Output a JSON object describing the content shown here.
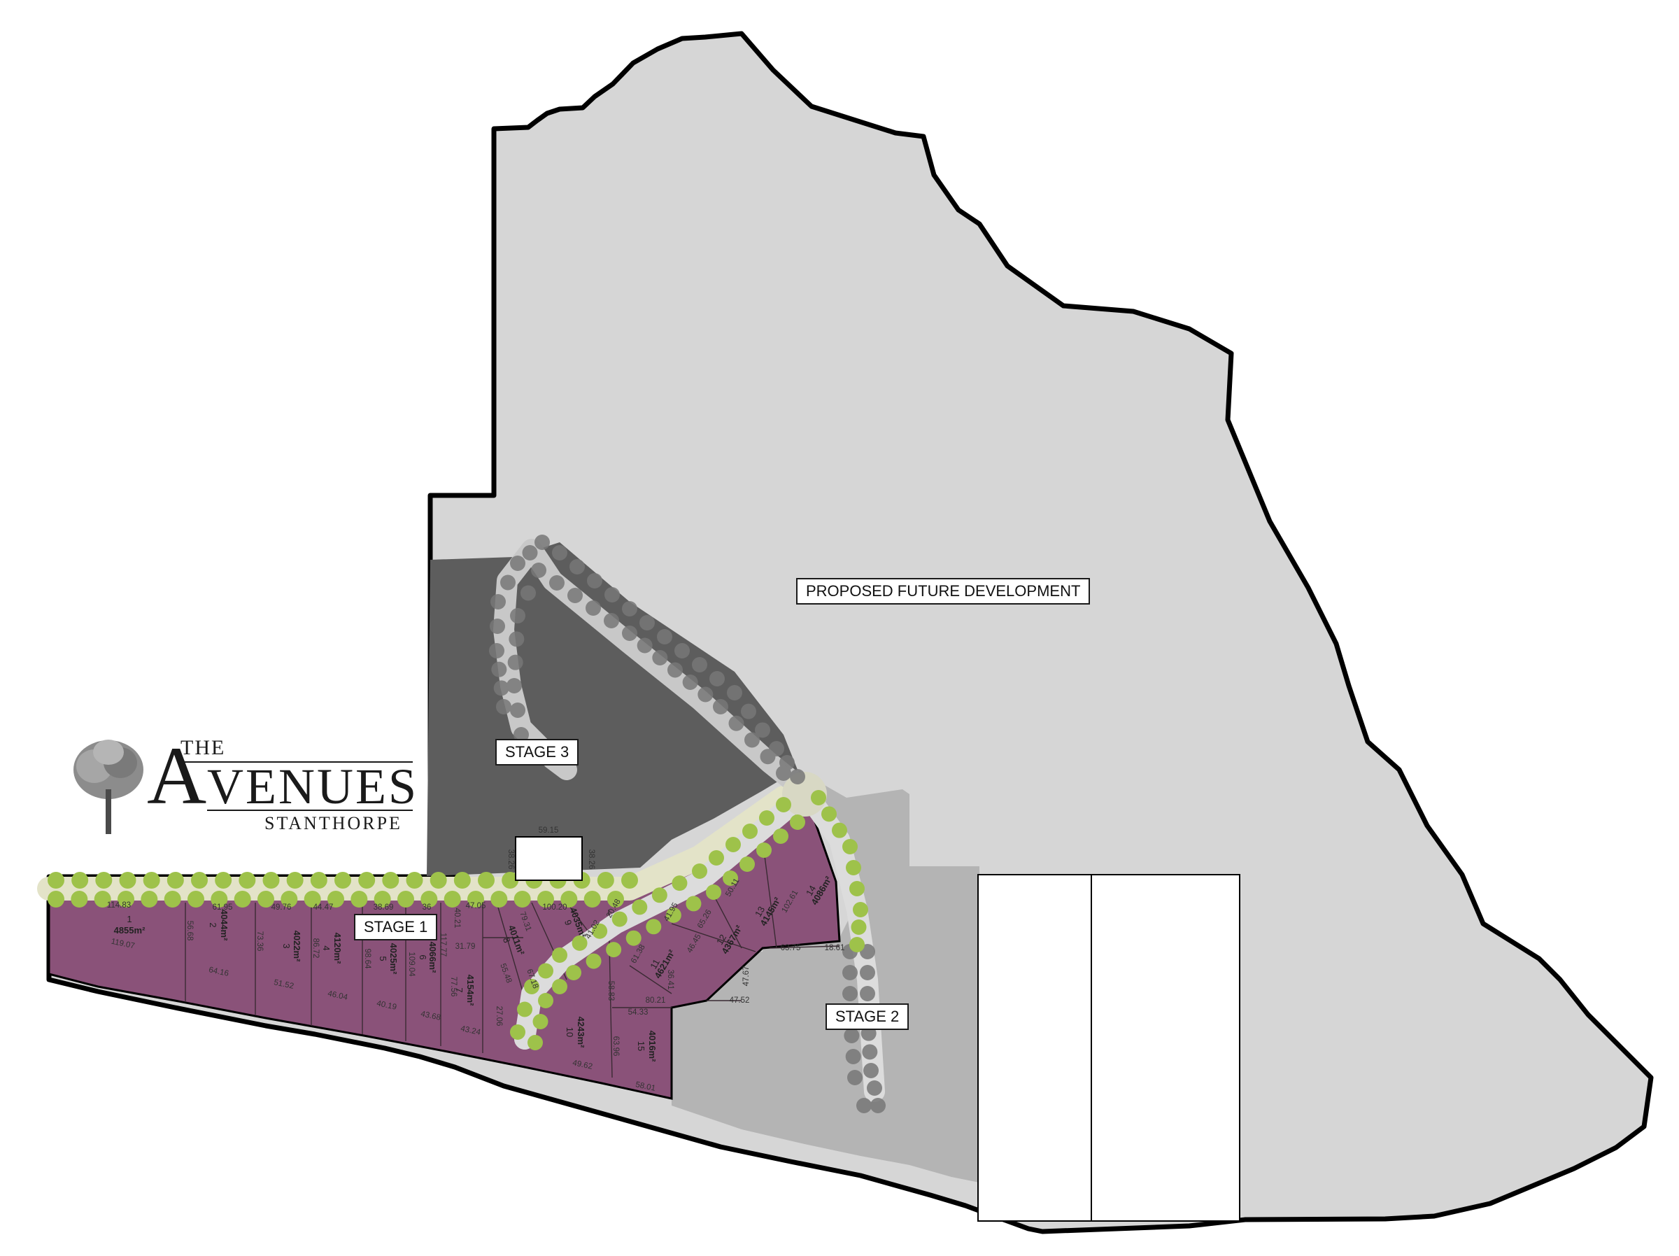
{
  "labels": {
    "future": "PROPOSED FUTURE DEVELOPMENT",
    "stage1": "STAGE 1",
    "stage2": "STAGE 2",
    "stage3": "STAGE 3"
  },
  "logo": {
    "the": "THE",
    "a": "A",
    "venues": "VENUES",
    "sub": "STANTHORPE"
  },
  "colors": {
    "future_development": "#d6d6d6",
    "stage1_lots": "#8a5279",
    "stage2": "#b4b4b4",
    "stage3": "#5d5d5d",
    "road": "#dcdcdc",
    "tree": "#9ec24a",
    "white_parcels": "#ffffff"
  },
  "lots": [
    {
      "num": "1",
      "area": "4855m²"
    },
    {
      "num": "2",
      "area": "4044m²"
    },
    {
      "num": "3",
      "area": "4022m²"
    },
    {
      "num": "4",
      "area": "4120m²"
    },
    {
      "num": "5",
      "area": "4025m²"
    },
    {
      "num": "6",
      "area": "4066m²"
    },
    {
      "num": "7",
      "area": "4154m²"
    },
    {
      "num": "8",
      "area": "4011m²"
    },
    {
      "num": "9",
      "area": "4035m²"
    },
    {
      "num": "10",
      "area": "4243m²"
    },
    {
      "num": "11",
      "area": "4621m²"
    },
    {
      "num": "12",
      "area": "4367m²"
    },
    {
      "num": "13",
      "area": "4145m²"
    },
    {
      "num": "14",
      "area": "4086m²"
    },
    {
      "num": "15",
      "area": "4016m²"
    }
  ],
  "dimensions": {
    "d_114_83": "114.83",
    "d_119_07": "119.07",
    "d_61_95": "61.95",
    "d_56_68": "56.68",
    "d_64_16": "64.16",
    "d_49_76": "49.76",
    "d_73_36": "73.36",
    "d_51_52": "51.52",
    "d_44_47": "44.47",
    "d_86_72": "86.72",
    "d_46_04": "46.04",
    "d_38_69": "38.69",
    "d_98_64": "98.64",
    "d_40_19": "40.19",
    "d_36": "36",
    "d_109_04": "109.04",
    "d_117_77": "117.77",
    "d_43_68": "43.68",
    "d_40_21": "40.21",
    "d_31_79": "31.79",
    "d_77_56": "77.56",
    "d_43_24": "43.24",
    "d_27_06": "27.06",
    "d_47_05": "47.05",
    "d_79_31": "79.31",
    "d_55_48": "55.48",
    "d_67_18": "67.18",
    "d_100_20": "100.20",
    "d_41_02": "41.02",
    "d_20_48": "20.48",
    "d_58_83": "58.83",
    "d_49_62": "49.62",
    "d_63_96": "63.96",
    "d_54_33": "54.33",
    "d_58_01": "58.01",
    "d_80_21": "80.21",
    "d_36_41": "36.41",
    "d_61_38": "61.38",
    "d_41_95": "41.95",
    "d_46_45": "46.45",
    "d_47_52": "47.52",
    "d_47_67": "47.67",
    "d_65_26": "65.26",
    "d_50_11": "50.11",
    "d_63_75": "63.75",
    "d_18_61": "18.61",
    "d_102_61": "102.61",
    "d_59_15": "59.15",
    "d_38_26": "38.26"
  }
}
